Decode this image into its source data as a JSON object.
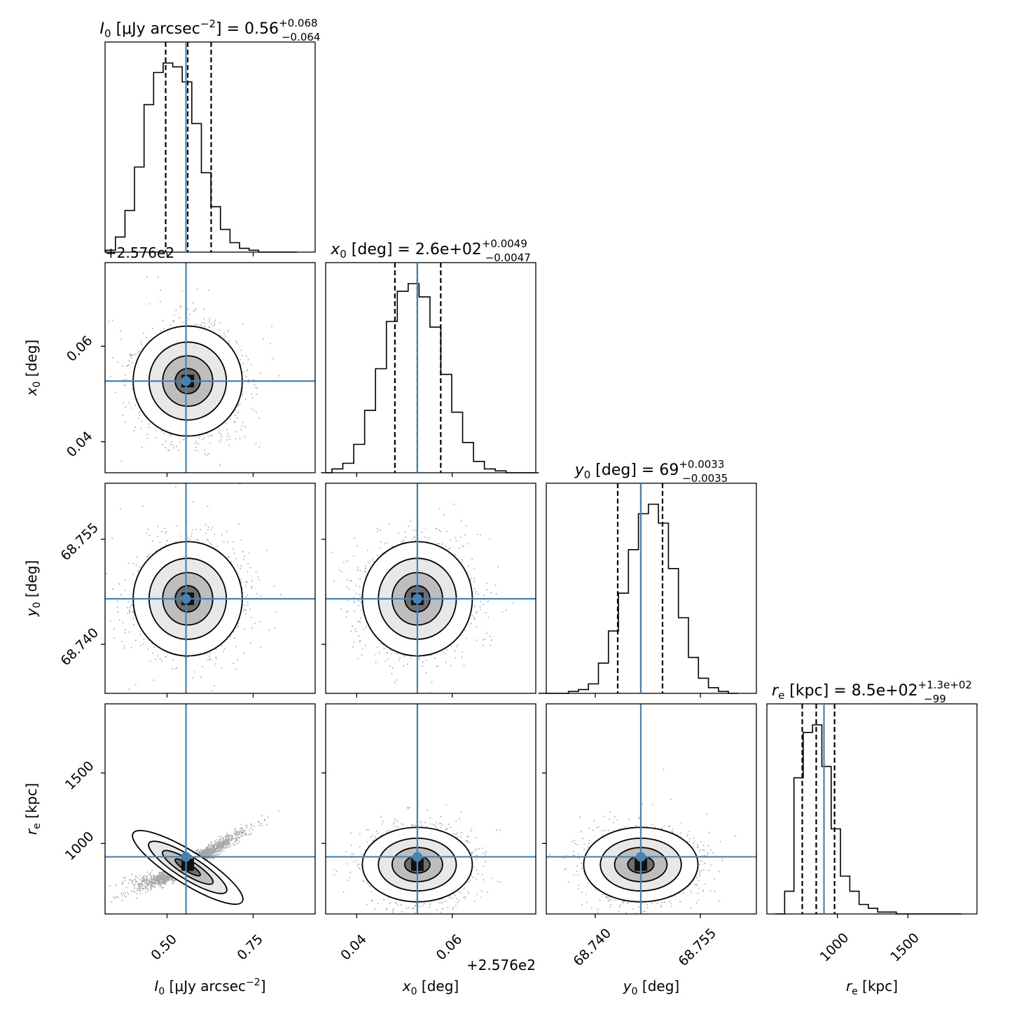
{
  "chart_data": {
    "type": "scatter",
    "chart_kind": "corner-plot",
    "truth_color": "#4682b4",
    "contour_color": "#000000",
    "params": [
      {
        "key": "I0",
        "axis_label": "I₀ [μJy arcsec⁻²]",
        "sym": "I",
        "sub": "0",
        "unit": " [μJy arcsec",
        "sup": "−2",
        "tail": "]",
        "title_value": "0.56",
        "title_plus": "+0.068",
        "title_minus": "−0.064",
        "range": [
          0.32,
          0.93
        ],
        "ticks": [
          0.5,
          0.75
        ],
        "tick_labels": [
          "0.50",
          "0.75"
        ],
        "median": 0.56,
        "q16": 0.496,
        "q84": 0.628,
        "truth": 0.555,
        "sigma": 0.066,
        "offset_text": ""
      },
      {
        "key": "x0",
        "axis_label": "x₀ [deg]",
        "sym": "x",
        "sub": "0",
        "unit": " [deg]",
        "sup": "",
        "tail": "",
        "title_value": "2.6e+02",
        "title_plus": "+0.0049",
        "title_minus": "−0.0047",
        "range": [
          0.0335,
          0.0775
        ],
        "ticks": [
          0.04,
          0.06
        ],
        "tick_labels": [
          "0.04",
          "0.06"
        ],
        "median": 0.0527,
        "q16": 0.048,
        "q84": 0.0576,
        "truth": 0.0527,
        "sigma": 0.0048,
        "offset_text": "+2.576e2"
      },
      {
        "key": "y0",
        "axis_label": "y₀ [deg]",
        "sym": "y",
        "sub": "0",
        "unit": " [deg]",
        "sup": "",
        "tail": "",
        "title_value": "69",
        "title_plus": "+0.0033",
        "title_minus": "−0.0035",
        "range": [
          68.733,
          68.763
        ],
        "ticks": [
          68.74,
          68.755
        ],
        "tick_labels": [
          "68.740",
          "68.755"
        ],
        "median": 68.7465,
        "q16": 68.7432,
        "q84": 68.7496,
        "truth": 68.7465,
        "sigma": 0.0034,
        "offset_text": ""
      },
      {
        "key": "re",
        "axis_label": "rₑ [kpc]",
        "sym": "r",
        "sub": "e",
        "unit": " [kpc]",
        "sup": "",
        "tail": "",
        "title_value": "8.5e+02",
        "title_plus": "+1.3e+02",
        "title_minus": "−99",
        "range": [
          500,
          1990
        ],
        "ticks": [
          1000,
          1500
        ],
        "tick_labels": [
          "1000",
          "1500"
        ],
        "median": 850,
        "q16": 751,
        "q84": 980,
        "truth": 905,
        "sigma": 110,
        "offset_text": ""
      }
    ],
    "hist_heights": [
      [
        0.01,
        0.08,
        0.22,
        0.45,
        0.78,
        0.95,
        1.0,
        0.98,
        0.9,
        0.68,
        0.42,
        0.24,
        0.12,
        0.05,
        0.02,
        0.01,
        0.0,
        0.0,
        0.0,
        0.0
      ],
      [
        0.0,
        0.02,
        0.05,
        0.15,
        0.33,
        0.55,
        0.8,
        0.96,
        1.0,
        0.93,
        0.77,
        0.52,
        0.32,
        0.16,
        0.06,
        0.02,
        0.01,
        0.0,
        0.0,
        0.0
      ],
      [
        0.0,
        0.0,
        0.0,
        0.01,
        0.02,
        0.05,
        0.16,
        0.33,
        0.53,
        0.76,
        0.95,
        1.0,
        0.9,
        0.66,
        0.4,
        0.19,
        0.08,
        0.03,
        0.01,
        0.0
      ],
      [
        0.0,
        0.12,
        0.72,
        0.96,
        1.0,
        0.78,
        0.45,
        0.2,
        0.12,
        0.05,
        0.03,
        0.01,
        0.01,
        0.0,
        0.0,
        0.0,
        0.0,
        0.0,
        0.0,
        0.0
      ]
    ]
  }
}
